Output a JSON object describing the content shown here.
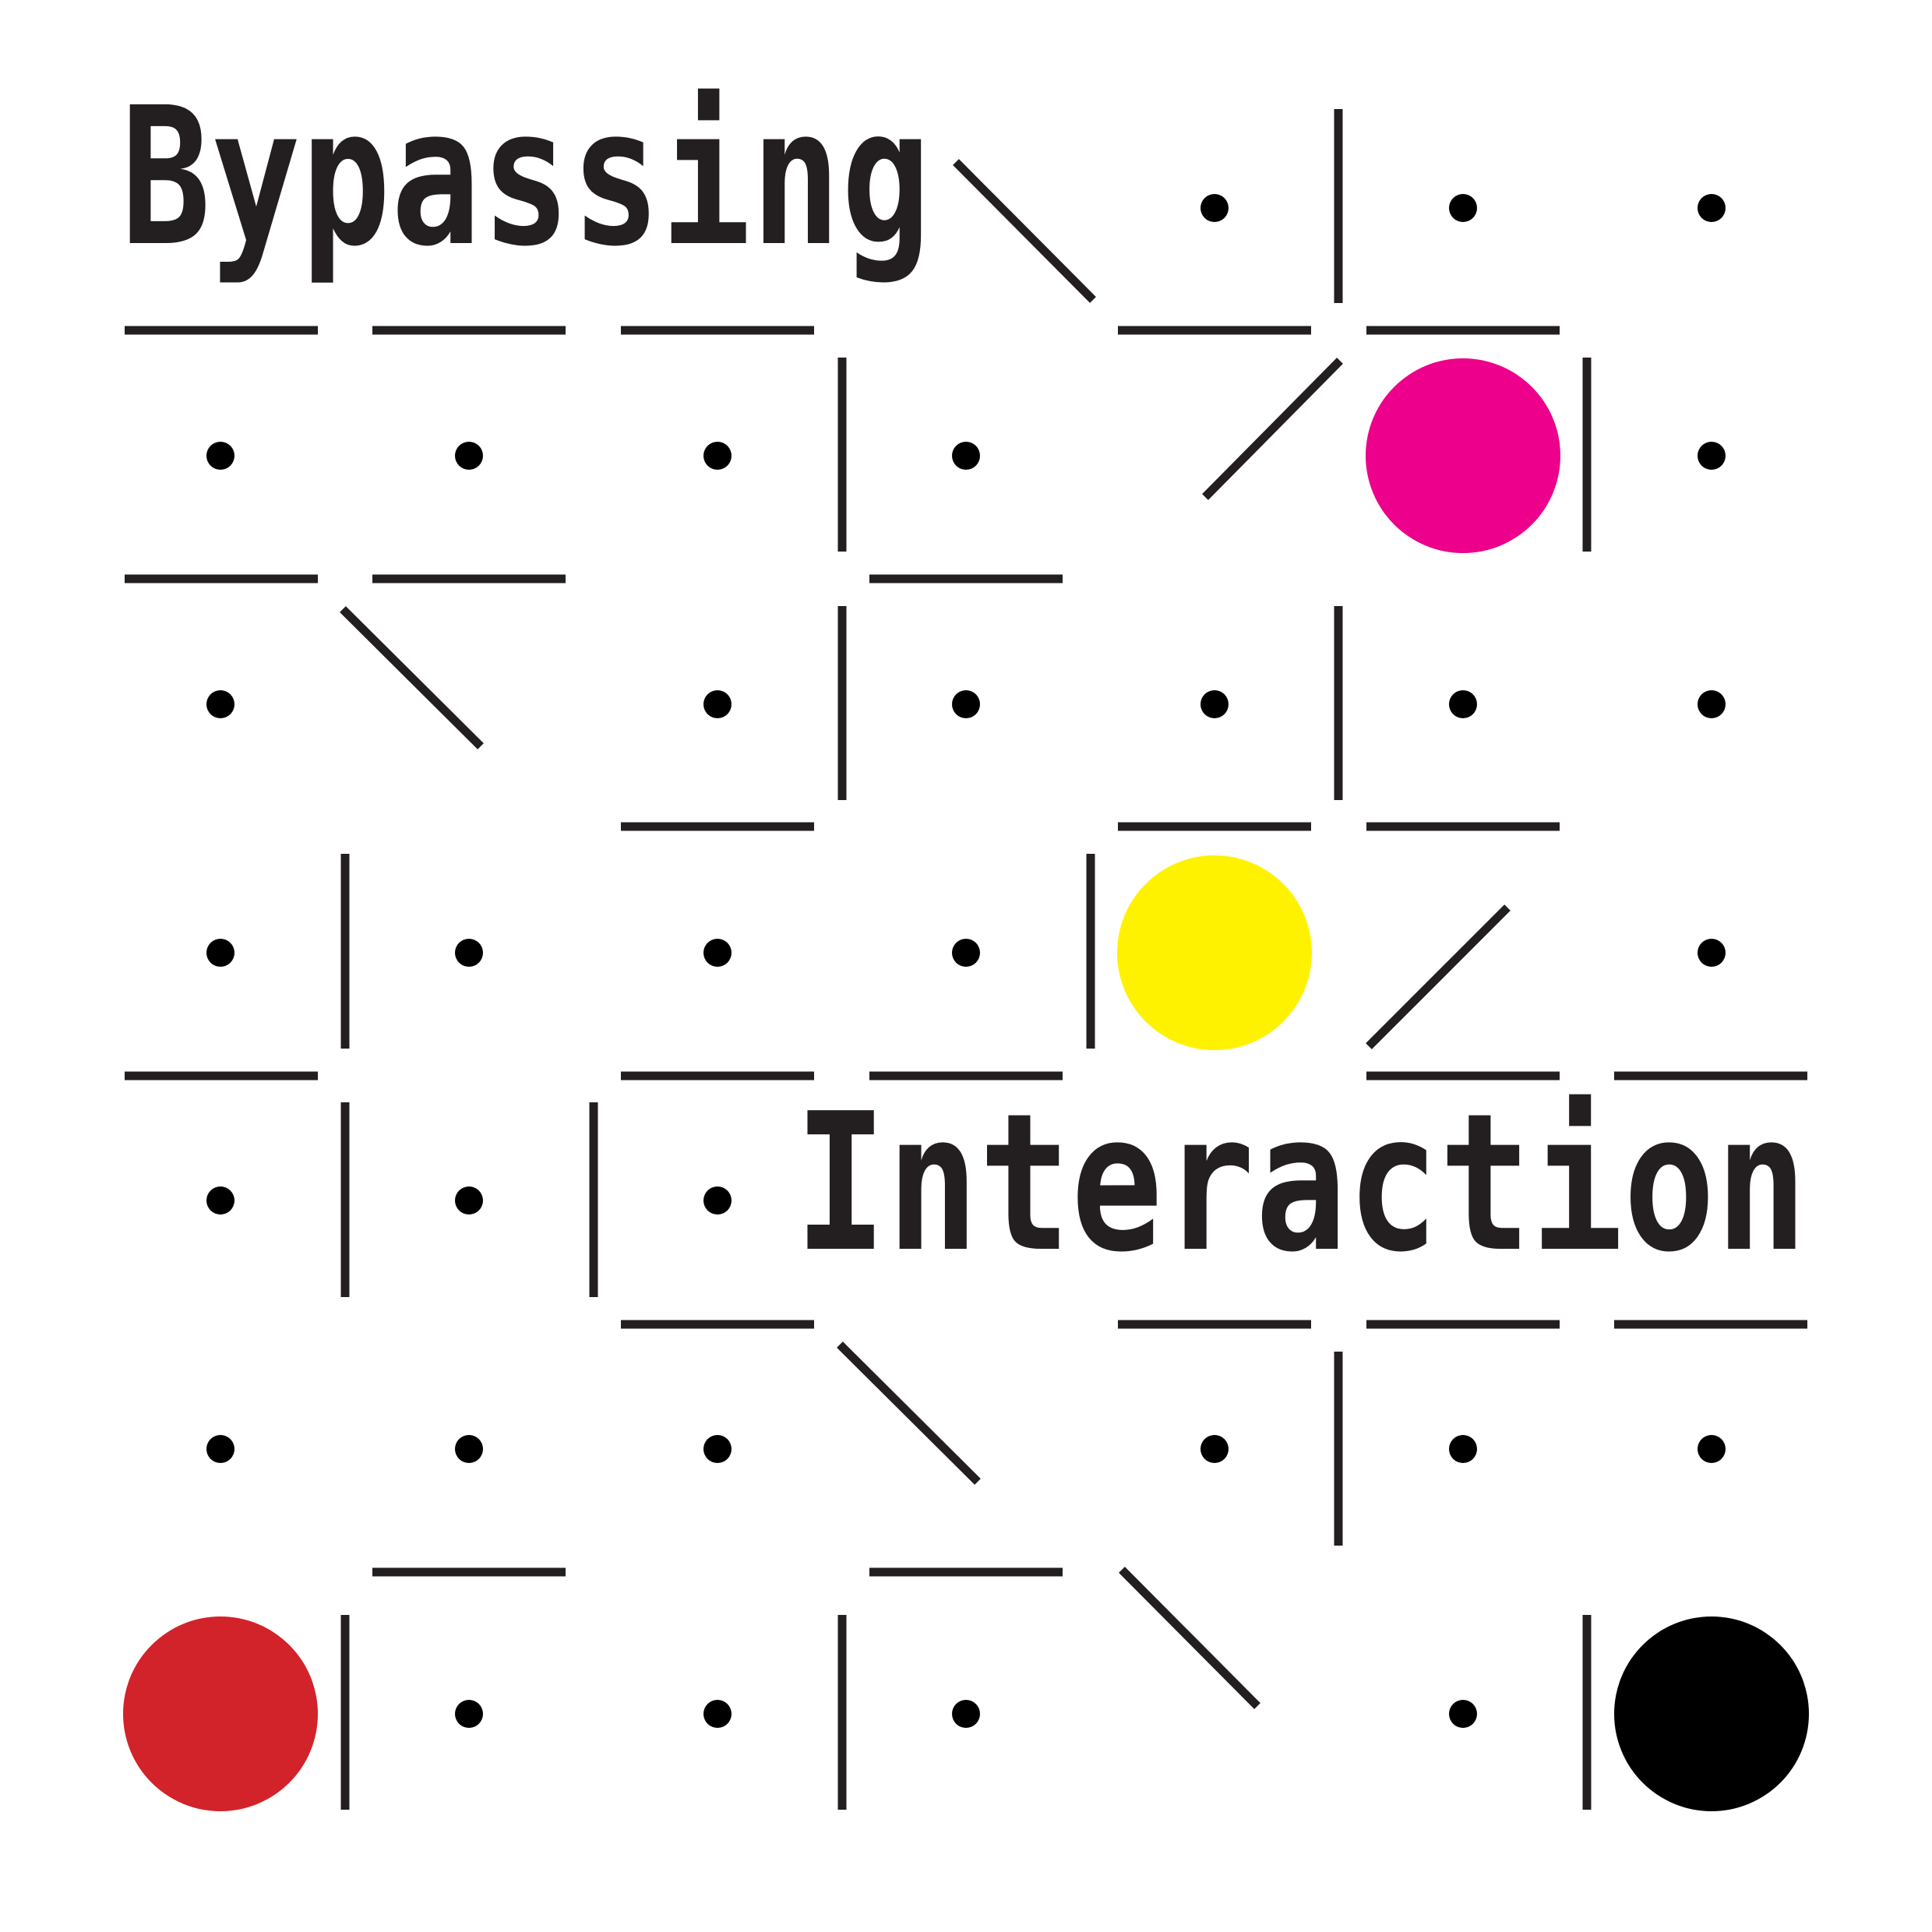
{
  "title": {
    "line1": "Bypassing",
    "line2": "Interaction"
  },
  "colors": {
    "background": "#ffffff",
    "ink": "#231f20",
    "dot": "#000000",
    "magenta": "#ec008c",
    "yellow": "#fff200",
    "red": "#d2232a",
    "black": "#000000"
  },
  "circles": [
    {
      "name": "magenta-circle",
      "color": "magenta"
    },
    {
      "name": "yellow-circle",
      "color": "yellow"
    },
    {
      "name": "red-circle",
      "color": "red"
    },
    {
      "name": "black-circle",
      "color": "black"
    }
  ]
}
